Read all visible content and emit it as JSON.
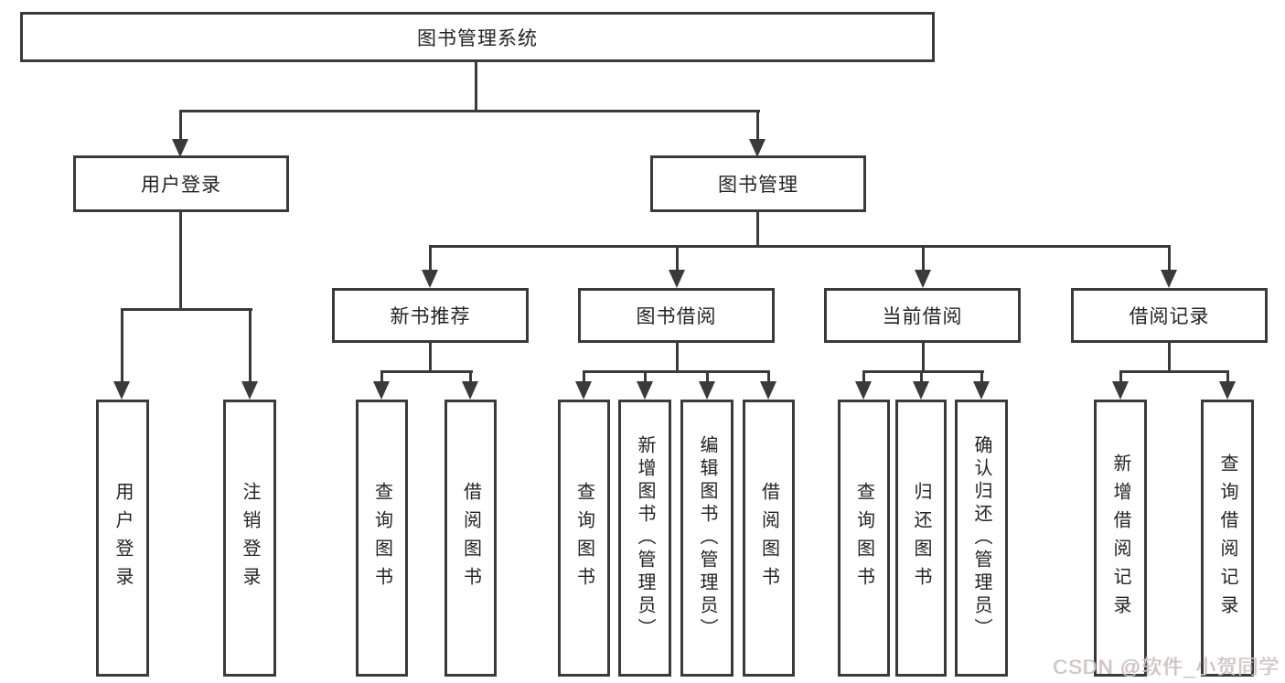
{
  "diagram": {
    "root_label": "图书管理系统",
    "user_branch": {
      "label": "用户登录",
      "children": [
        {
          "label": "用户登录"
        },
        {
          "label": "注销登录"
        }
      ]
    },
    "mgmt_branch": {
      "label": "图书管理",
      "sections": [
        {
          "label": "新书推荐",
          "children": [
            {
              "label": "查询图书"
            },
            {
              "label": "借阅图书"
            }
          ]
        },
        {
          "label": "图书借阅",
          "children": [
            {
              "label": "查询图书"
            },
            {
              "label": "新增图书（管理员）"
            },
            {
              "label": "编辑图书（管理员）"
            },
            {
              "label": "借阅图书"
            }
          ]
        },
        {
          "label": "当前借阅",
          "children": [
            {
              "label": "查询图书"
            },
            {
              "label": "归还图书"
            },
            {
              "label": "确认归还（管理员）"
            }
          ]
        },
        {
          "label": "借阅记录",
          "children": [
            {
              "label": "新增借阅记录"
            },
            {
              "label": "查询借阅记录"
            }
          ]
        }
      ]
    }
  },
  "watermark": {
    "text": "CSDN @软件_小贺同学"
  },
  "colors": {
    "line": "#3a3a3a",
    "text": "#232323",
    "background": "#ffffff",
    "watermark": "#c7c7c7"
  }
}
